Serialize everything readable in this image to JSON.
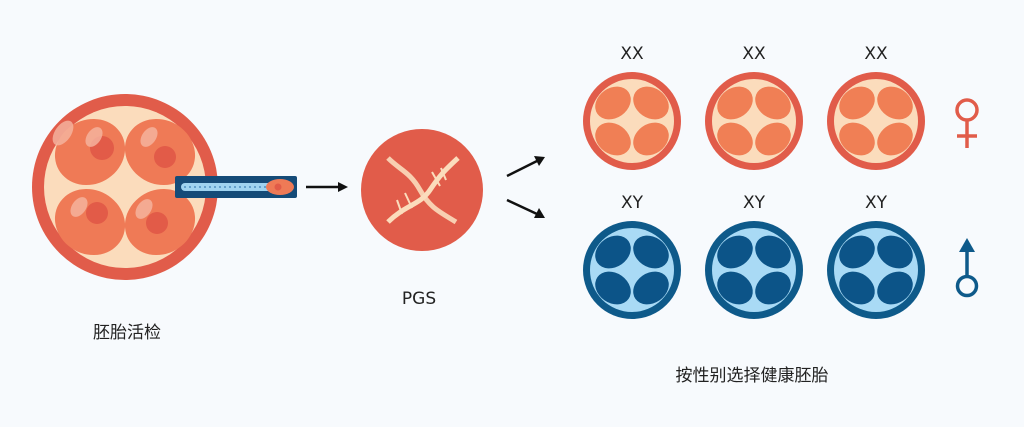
{
  "labels": {
    "biopsy": "胚胎活检",
    "pgs": "PGS",
    "selection": "按性别选择健康胚胎",
    "female_karyotype": "XX",
    "male_karyotype": "XY"
  },
  "icons": {
    "female": "female-symbol-icon",
    "male": "male-symbol-icon",
    "dna": "dna-icon"
  },
  "colors": {
    "female_ring": "#e15c4a",
    "female_fill": "#fbdcbc",
    "female_cell": "#f07f55",
    "male_ring": "#0e5a8a",
    "male_fill": "#a9daf5",
    "male_cell": "#0c5488",
    "pipette": "#154b78"
  }
}
